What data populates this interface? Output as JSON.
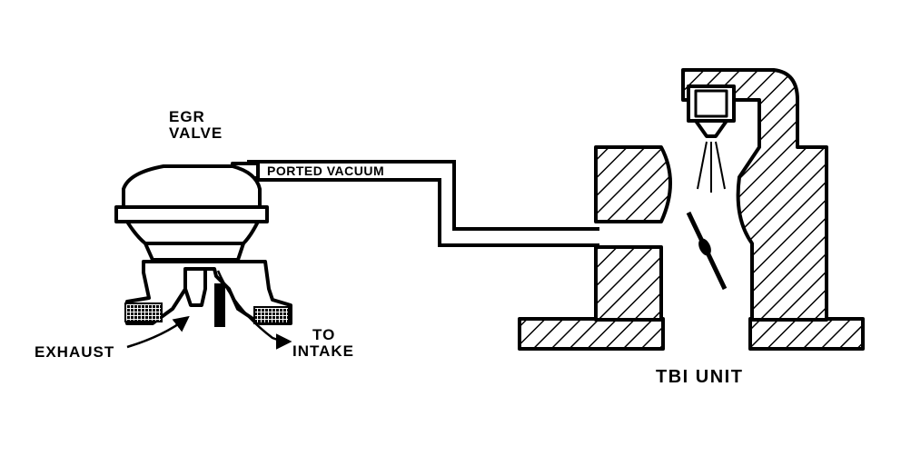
{
  "labels": {
    "egr_line1": "EGR",
    "egr_line2": "VALVE",
    "ported_vacuum": "PORTED VACUUM",
    "exhaust": "EXHAUST",
    "to_line1": "TO",
    "to_line2": "INTAKE",
    "tbi_unit": "TBI UNIT"
  },
  "colors": {
    "ink": "#000000",
    "paper": "#ffffff"
  }
}
